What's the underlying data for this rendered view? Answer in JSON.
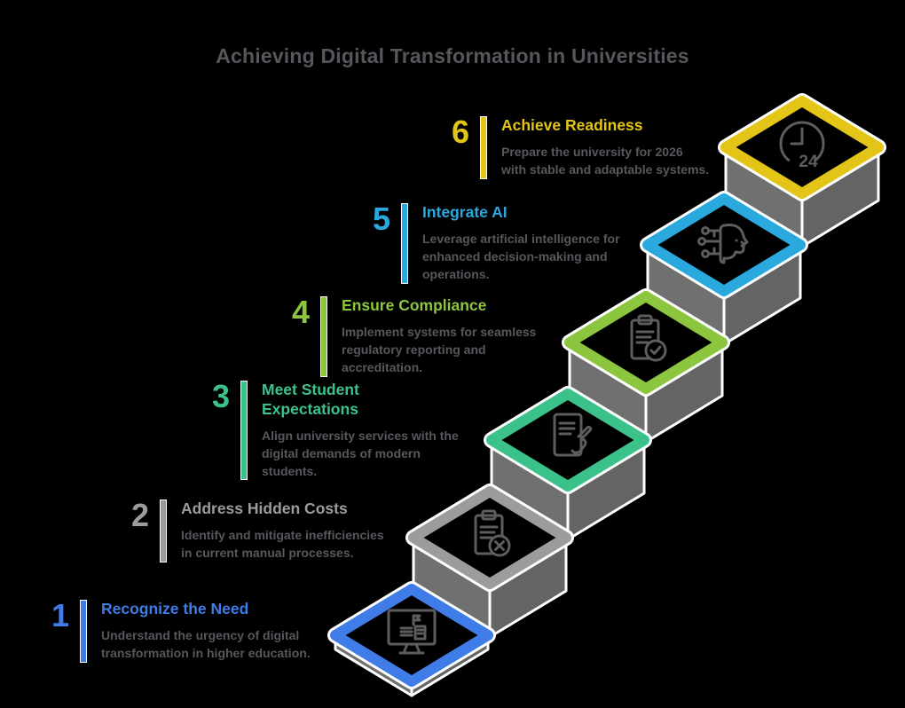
{
  "title": "Achieving Digital Transformation in Universities",
  "palette": {
    "background": "#000000",
    "wall_left": "#707070",
    "wall_right": "#646464",
    "outline": "#ffffff",
    "icon_stroke": "#5d5d5d",
    "heading_text": "#56575C",
    "body_text": "#57585D"
  },
  "steps": [
    {
      "number": "1",
      "title": "Recognize the Need",
      "description": "Understand the urgency of digital\ntransformation in higher education.",
      "color": "#3F7CE8",
      "icon": "monitor-transformation-icon"
    },
    {
      "number": "2",
      "title": "Address Hidden Costs",
      "description": "Identify and mitigate inefficiencies\nin current manual processes.",
      "color": "#9C9C9C",
      "icon": "clipboard-x-icon"
    },
    {
      "number": "3",
      "title": "Meet Student\nExpectations",
      "description": "Align university services with the\ndigital demands of modern\nstudents.",
      "color": "#3BC28B",
      "icon": "tablet-hand-icon"
    },
    {
      "number": "4",
      "title": "Ensure Compliance",
      "description": "Implement systems for seamless\nregulatory reporting and\naccreditation.",
      "color": "#8CC63F",
      "icon": "clipboard-check-icon"
    },
    {
      "number": "5",
      "title": "Integrate AI",
      "description": "Leverage artificial intelligence for\nenhanced decision-making and\noperations.",
      "color": "#29A9DE",
      "icon": "ai-head-icon"
    },
    {
      "number": "6",
      "title": "Achieve Readiness",
      "description": "Prepare the university for 2026\nwith stable and adaptable systems.",
      "color": "#E2C517",
      "icon": "clock-24-icon",
      "icon_label": "24"
    }
  ]
}
